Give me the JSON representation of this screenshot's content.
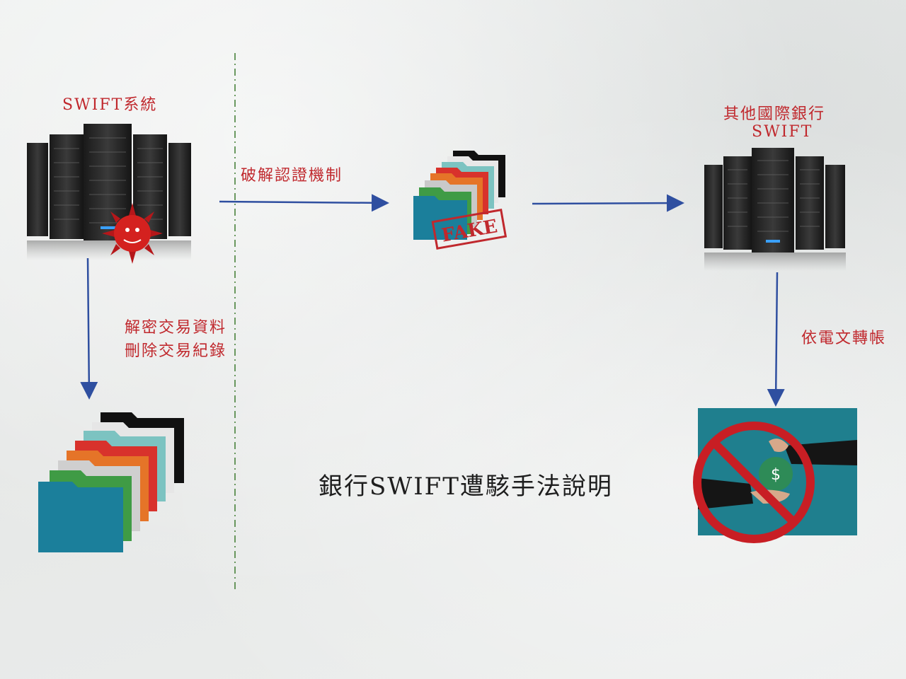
{
  "source_system": {
    "label": "SWIFT系統"
  },
  "target_bank": {
    "line1": "其他國際銀行",
    "line2": "SWIFT"
  },
  "steps": {
    "crack_auth": "破解認證機制",
    "decrypt_line1": "解密交易資料",
    "decrypt_line2": "刪除交易紀錄",
    "transfer": "依電文轉帳"
  },
  "fake_stamp": "FAKE",
  "title": "銀行SWIFT遭駭手法說明",
  "colors": {
    "label_red": "#c0282d",
    "arrow_blue": "#2f4fa0",
    "divider_green": "#3d7a2e",
    "folder_teal": "#1b7f9b"
  },
  "icons": [
    "server-rack-icon",
    "malware-bug-icon",
    "folder-stack-icon",
    "fake-stamp-icon",
    "no-bribe-icon",
    "money-bag-icon"
  ]
}
